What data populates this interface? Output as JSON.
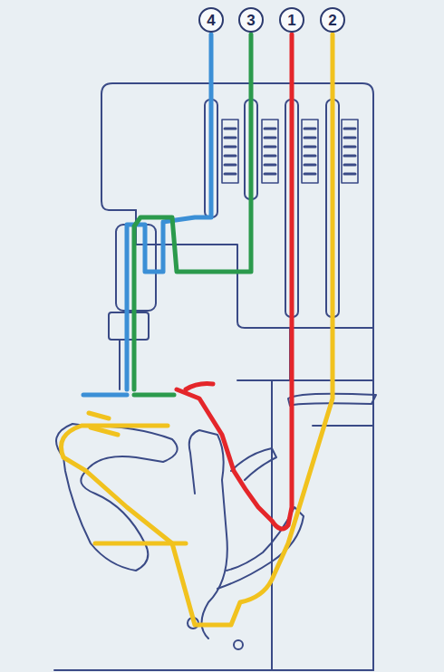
{
  "diagram": {
    "nodes": [
      {
        "text": [
          "4"
        ]
      },
      {
        "text": [
          "3"
        ]
      },
      {
        "text": [
          "1"
        ]
      },
      {
        "text": [
          "2"
        ]
      }
    ]
  }
}
